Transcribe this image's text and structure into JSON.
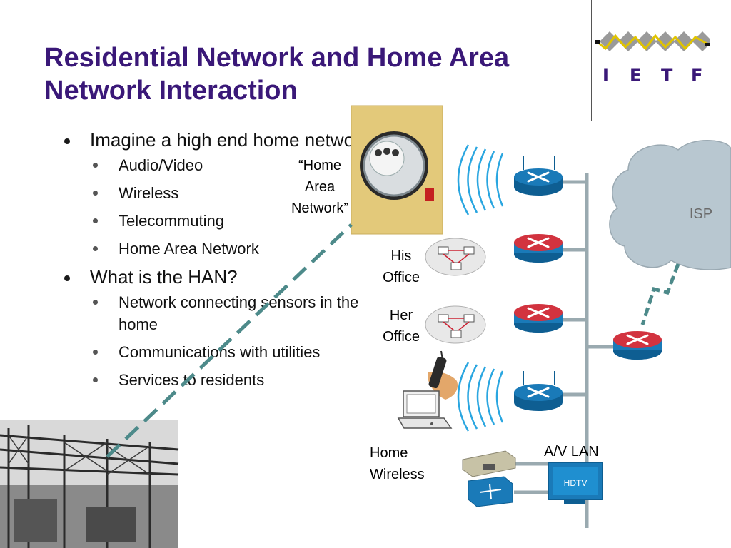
{
  "title": "Residential Network and Home Area Network Interaction",
  "logo": {
    "letters": [
      "I",
      "E",
      "T",
      "F"
    ]
  },
  "bullets": [
    {
      "text": "Imagine a high end home network:",
      "sub": [
        "Audio/Video",
        "Wireless",
        "Telecommuting",
        "Home Area Network"
      ]
    },
    {
      "text": "What is the HAN?",
      "sub": [
        "Network connecting sensors in the home",
        "Communications with utilities",
        "Services to residents"
      ]
    }
  ],
  "diagram": {
    "han_label": "“Home Area Network”",
    "his_office": "His Office",
    "her_office": "Her Office",
    "home_wireless": "Home Wireless",
    "av_lan": "A/V LAN",
    "isp": "ISP",
    "hdtv": "HDTV"
  },
  "colors": {
    "title": "#3a1878",
    "router_red": "#d2333f",
    "router_blue": "#1a7ab8",
    "cloud": "#b8c7d0",
    "dashed_link": "#4d8a8a"
  }
}
